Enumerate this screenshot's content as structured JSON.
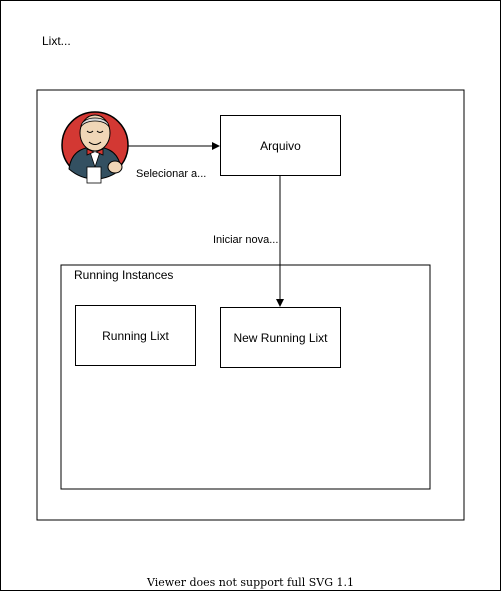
{
  "diagram": {
    "title": "Lixt...",
    "logo_name": "jenkins-butler",
    "nodes": {
      "arquivo": "Arquivo",
      "running_instances": "Running Instances",
      "running_lixt": "Running Lixt",
      "new_running_lixt": "New Running Lixt"
    },
    "edges": {
      "select": "Selecionar a...",
      "start_new": "Iniciar nova..."
    }
  },
  "footer": {
    "note": "Viewer does not support full SVG 1.1"
  }
}
